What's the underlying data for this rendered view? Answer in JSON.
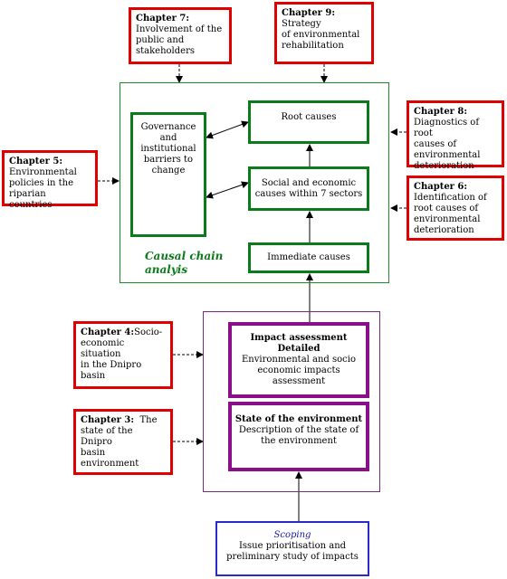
{
  "diagram": {
    "chapters": {
      "ch7": {
        "title": "Chapter 7:",
        "lines": [
          "Involvement of the",
          "public and",
          "stakeholders"
        ]
      },
      "ch9": {
        "title": "Chapter 9:",
        "lines": [
          "Strategy",
          "of environmental",
          "rehabilitation"
        ]
      },
      "ch8": {
        "title": "Chapter 8:",
        "lines": [
          "Diagnostics of root",
          "causes of",
          "environmental",
          "deterioration"
        ]
      },
      "ch5": {
        "title": "Chapter 5:",
        "lines": [
          "Environmental",
          "policies in the",
          "riparian countries"
        ]
      },
      "ch6": {
        "title": "Chapter 6:",
        "lines": [
          "Identification of",
          "root causes of",
          "environmental",
          "deterioration"
        ]
      },
      "ch4": {
        "title": "Chapter 4:",
        "first_rest": "Socio-",
        "lines": [
          "economic situation",
          "in the Dnipro basin"
        ]
      },
      "ch3": {
        "title": "Chapter 3:",
        "first_rest": "The",
        "lines": [
          "state of the Dnipro",
          "basin environment"
        ]
      }
    },
    "causal_chain": {
      "label_line1": "Causal chain",
      "label_line2": "analyis",
      "governance": [
        "Governance",
        "and",
        "institutional",
        "barriers to",
        "change"
      ],
      "root_causes": "Root causes",
      "social_economic": [
        "Social and economic",
        "causes within 7 sectors"
      ],
      "immediate": "Immediate causes"
    },
    "impact": {
      "title": "Impact assessment",
      "subtitle": "Detailed",
      "lines": [
        "Environmental and socio",
        "economic impacts",
        "assessment"
      ]
    },
    "state": {
      "title": "State of the environment",
      "lines": [
        "Description of the state of",
        "the environment"
      ]
    },
    "scoping": {
      "title": "Scoping",
      "lines": [
        "Issue prioritisation and",
        "preliminary study of impacts"
      ]
    },
    "colors": {
      "red": "#e00000",
      "green": "#0a7a1a",
      "purple": "#8a0f8a",
      "blue": "#2a2acc"
    }
  }
}
